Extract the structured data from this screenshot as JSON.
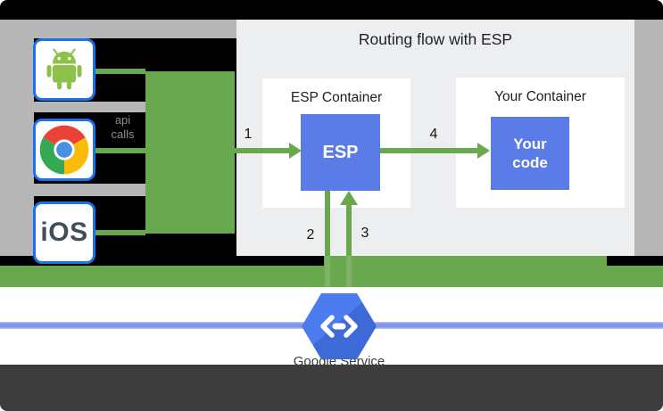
{
  "diagram": {
    "title": "Routing flow with ESP",
    "clients": [
      {
        "id": "android",
        "icon": "android-icon"
      },
      {
        "id": "chrome",
        "icon": "chrome-icon"
      },
      {
        "id": "ios",
        "label": "iOS"
      }
    ],
    "api_calls_label": {
      "line1": "api",
      "line2": "calls"
    },
    "esp_container": {
      "label": "ESP Container",
      "box_label": "ESP"
    },
    "your_container": {
      "label": "Your Container",
      "box_line1": "Your",
      "box_line2": "code"
    },
    "steps": {
      "step1": "1",
      "step2": "2",
      "step3": "3",
      "step4": "4"
    },
    "footer": {
      "service_label": "Google Service",
      "icon": "cloud-endpoints-hexagon-icon"
    },
    "colors": {
      "green": "#6aa84f",
      "esp_blue": "#5b7ce6",
      "hexagon_blue": "#4a79ea",
      "panel_gray": "#eceef0",
      "side_gray": "#b6b6b6",
      "bottom_band": "#3d3d3d",
      "icon_border_blue": "#1a73e8",
      "network_line_blue": "#7d97ea"
    }
  }
}
